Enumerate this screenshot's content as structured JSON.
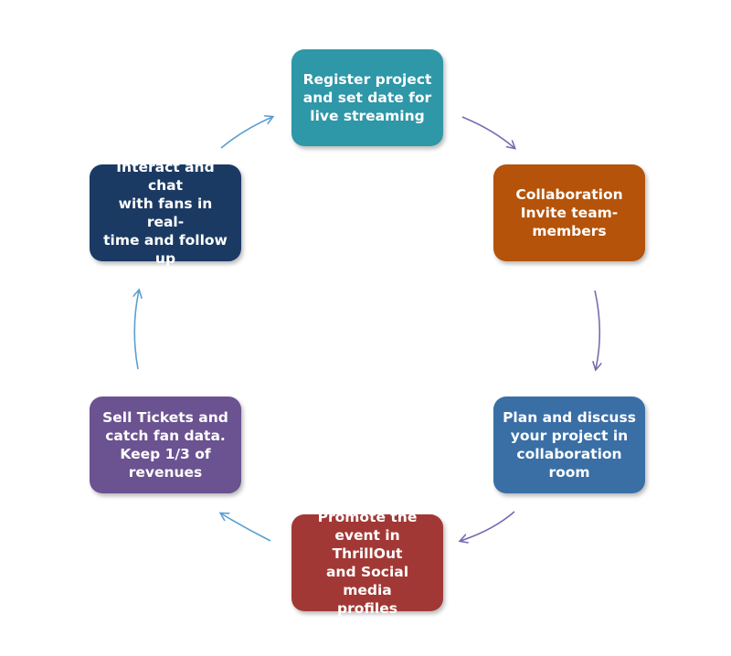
{
  "diagram": {
    "steps": [
      {
        "text": "Register project\nand set date for\nlive streaming",
        "color": "#2e97a8"
      },
      {
        "text": "Collaboration\nInvite team-\nmembers",
        "color": "#b45309"
      },
      {
        "text": "Plan and discuss\nyour project in\ncollaboration\nroom",
        "color": "#3a6fa6"
      },
      {
        "text": "Promote the\nevent in ThrillOut\nand  Social media\nprofiles",
        "color": "#a23835"
      },
      {
        "text": "Sell Tickets and\ncatch fan data.\nKeep 1/3 of\nrevenues",
        "color": "#6b5290"
      },
      {
        "text": "Interact and chat\nwith fans in real-\ntime and follow\nup",
        "color": "#1b3a63"
      }
    ],
    "arrow_colors": {
      "purple": "#7a6ab0",
      "blue": "#5a9fd0"
    }
  }
}
